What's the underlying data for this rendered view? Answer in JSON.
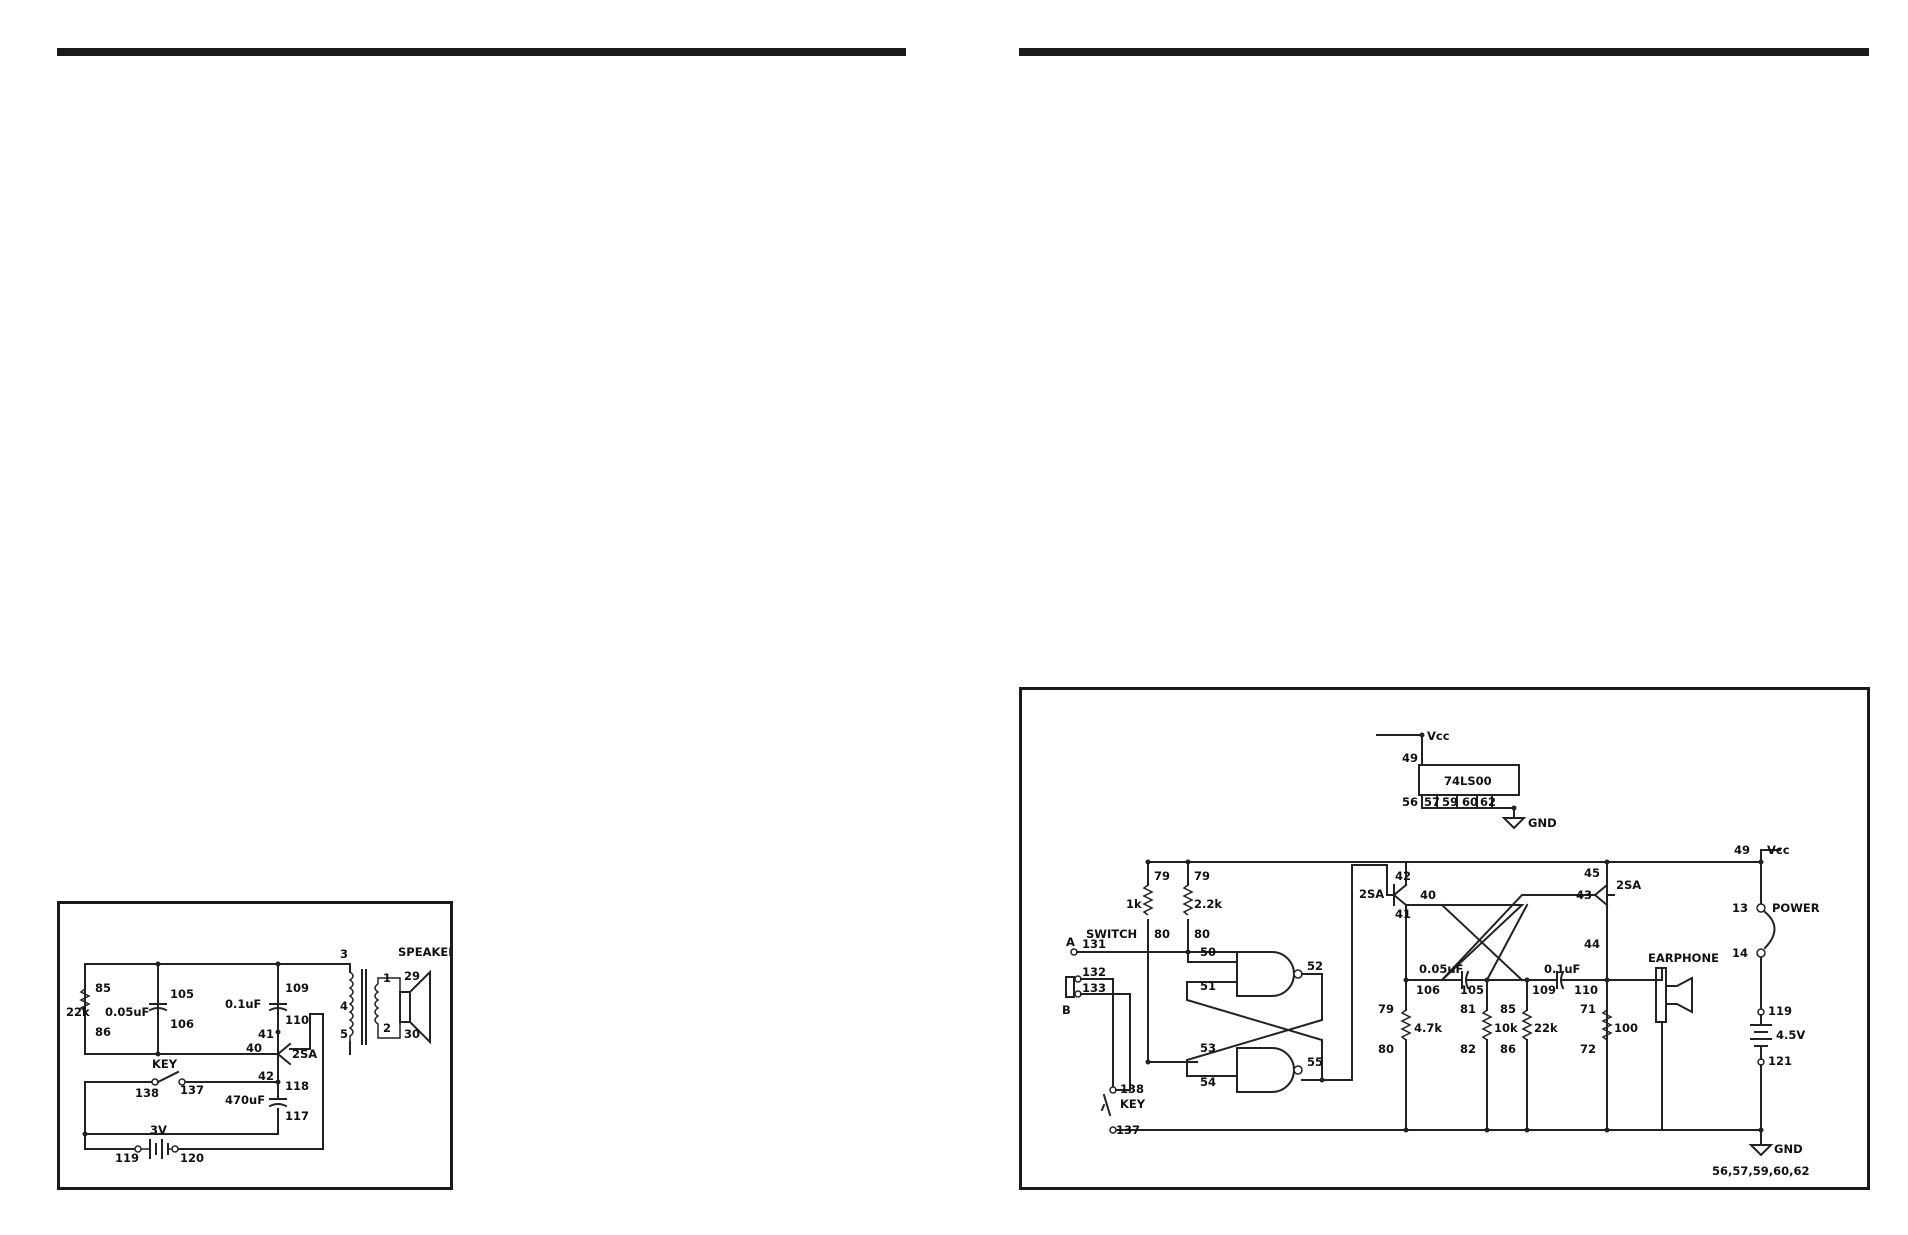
{
  "left_circuit": {
    "labels": {
      "n85": "85",
      "n86": "86",
      "r22k": "22k",
      "c005": "0.05uF",
      "n105": "105",
      "n106": "106",
      "c01": "0.1uF",
      "n109": "109",
      "n110": "110",
      "n41": "41",
      "n40": "40",
      "t2sa": "2SA",
      "n42": "42",
      "n3": "3",
      "n4": "4",
      "n5": "5",
      "n1": "1",
      "n2": "2",
      "n29": "29",
      "n30": "30",
      "speaker": "SPEAKER",
      "key": "KEY",
      "n138": "138",
      "n137": "137",
      "c470": "470uF",
      "n118": "118",
      "n117": "117",
      "v3": "3V",
      "n119": "119",
      "n120": "120"
    }
  },
  "right_circuit": {
    "labels": {
      "vcc_top": "Vcc",
      "n49_top": "49",
      "ic": "74LS00",
      "n56": "56",
      "n57": "57",
      "n59": "59",
      "n60": "60",
      "n62": "62",
      "gnd_top": "GND",
      "n49_right": "49",
      "vcc_right": "Vcc",
      "r79a": "79",
      "r1k": "1k",
      "r80a": "80",
      "r79b": "79",
      "r22k2": "2.2k",
      "r80b": "80",
      "switch": "SWITCH",
      "a": "A",
      "n131": "131",
      "n132": "132",
      "n133": "133",
      "b": "B",
      "g50": "50",
      "g51": "51",
      "g52": "52",
      "g53": "53",
      "g54": "54",
      "g55": "55",
      "t1_2sa": "2SA",
      "t1_42": "42",
      "t1_40": "40",
      "t1_41": "41",
      "c005": "0.05uF",
      "n106": "106",
      "n105": "105",
      "t2_45": "45",
      "t2_43": "43",
      "t2_2sa": "2SA",
      "t2_44": "44",
      "c01": "0.1uF",
      "n109": "109",
      "n110": "110",
      "r79c": "79",
      "r47k": "4.7k",
      "r80c": "80",
      "n81": "81",
      "r10k": "10k",
      "n82": "82",
      "n85": "85",
      "r22k": "22k",
      "n86": "86",
      "n71": "71",
      "r100": "100",
      "n72": "72",
      "earphone": "EARPHONE",
      "n13": "13",
      "power": "POWER",
      "n14": "14",
      "n119": "119",
      "v45": "4.5V",
      "n121": "121",
      "n138": "138",
      "key": "KEY",
      "n137": "137",
      "gnd_bottom": "GND",
      "gnd_pins": "56,57,59,60,62"
    }
  }
}
